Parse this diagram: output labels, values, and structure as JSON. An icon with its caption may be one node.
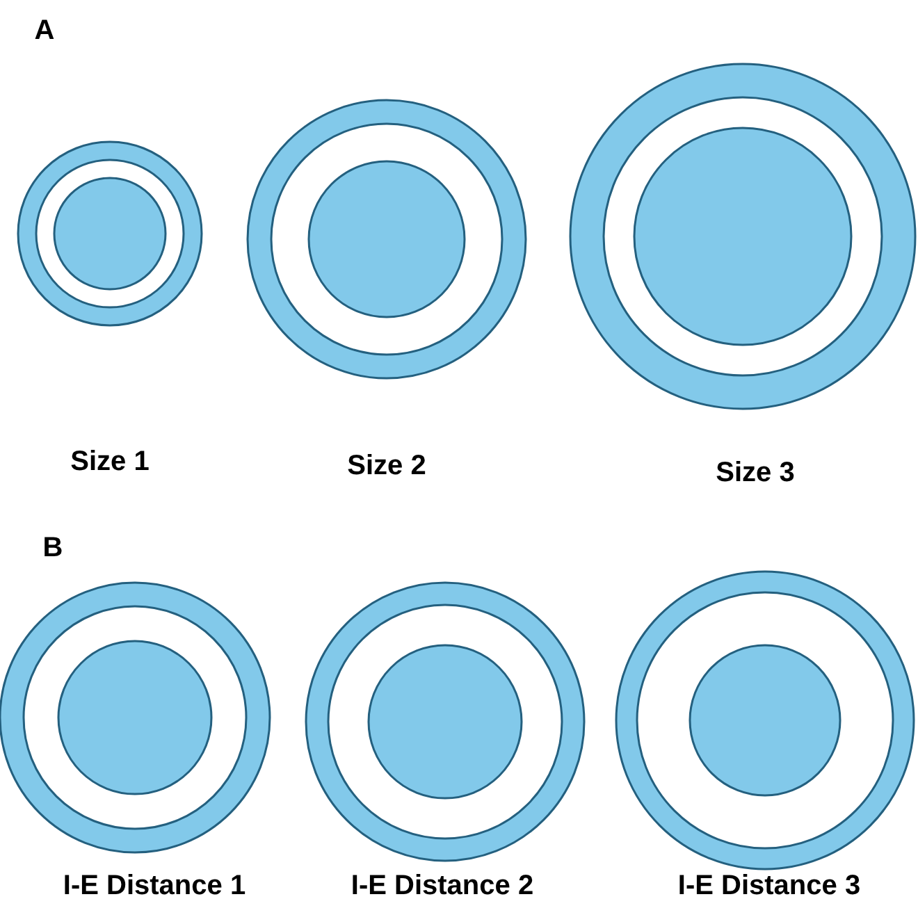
{
  "diagram": {
    "labels": [
      "A",
      "Size 1",
      "Size 2",
      "Size 3",
      "B",
      "I-E Distance 1",
      "I-E Distance 2",
      "I-E Distance 3"
    ]
  }
}
